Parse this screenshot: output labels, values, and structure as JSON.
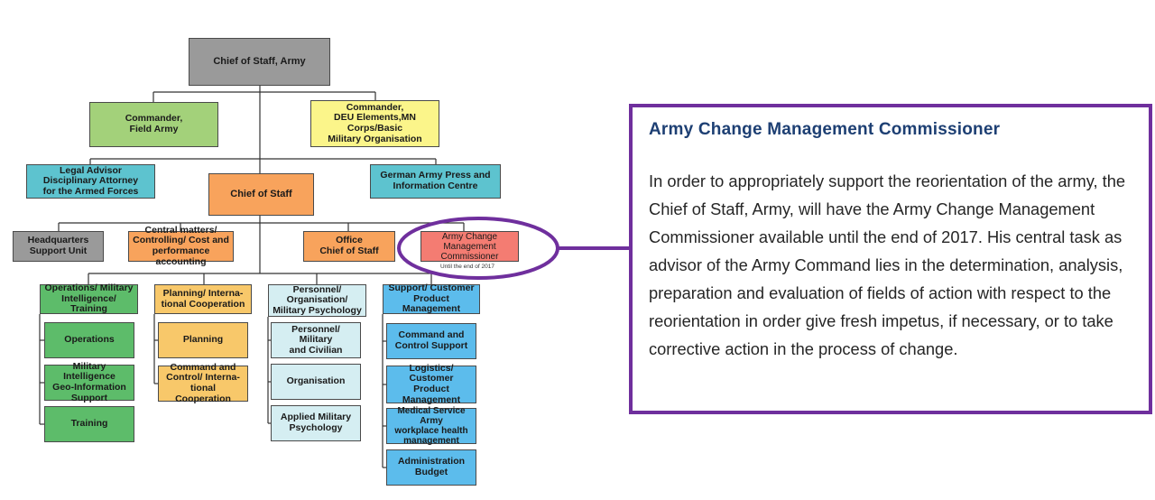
{
  "org_chart": {
    "chief_of_staff_army": "Chief of Staff, Army",
    "commander_field_army": "Commander,\nField Army",
    "commander_deu": "Commander,\nDEU Elements,MN\nCorps/Basic\nMilitary Organisation",
    "legal_advisor": "Legal Advisor\nDisciplinary Attorney\nfor the Armed Forces",
    "chief_of_staff": "Chief of Staff",
    "press_centre": "German Army Press and\nInformation Centre",
    "headquarters_support": "Headquarters\nSupport Unit",
    "central_matters": "Central  matters/\nControlling/ Cost and\nperformance accounting",
    "office_chief_of_staff": "Office\nChief of Staff",
    "change_commissioner": "Army Change\nManagement\nCommissioner",
    "change_commissioner_note": "Until the end of 2017",
    "departments": [
      {
        "title": "Operations/ Military\nIntelligence/ Training",
        "units": [
          "Operations",
          "Military Intelligence\nGeo-Information\nSupport",
          "Training"
        ]
      },
      {
        "title": "Planning/ Interna-\ntional  Cooperation",
        "units": [
          "Planning",
          "Command and\nControl/ Interna-\ntional Cooperation"
        ]
      },
      {
        "title": "Personnel/\nOrganisation/\nMilitary Psychology",
        "units": [
          "Personnel/ Military\nand Civilian",
          "Organisation",
          "Applied Military\nPsychology"
        ]
      },
      {
        "title": "Support/ Customer\nProduct Management",
        "units": [
          "Command and\nControl Support",
          "Logistics/ Customer\nProduct\nManagement",
          "Medical Service Army\nworkplace health\nmanagement",
          "Administration\nBudget"
        ]
      }
    ]
  },
  "callout": {
    "title": "Army Change Management Commissioner",
    "body": "In order to appropriately support the reorientation of the army, the Chief of Staff, Army, will have the Army Change Management Commissioner available until the end of 2017. His central task as advisor of the Army Command lies in the determination, analysis, preparation and evaluation of fields of action with respect to the reorientation in order give fresh impetus, if necessary, or to take corrective action in the process of change."
  },
  "colors": {
    "gray": "#9a9a9a",
    "green": "#a3d17a",
    "yellow": "#fbf58a",
    "teal": "#5dc3cf",
    "orange": "#f8a35c",
    "red": "#f47c72",
    "dark_green": "#5dbc6a",
    "light_orange": "#f8c86a",
    "light_blue": "#d5eef2",
    "blue": "#5cbcec",
    "callout_border": "#6f2f9d",
    "callout_title": "#1d3f73"
  }
}
